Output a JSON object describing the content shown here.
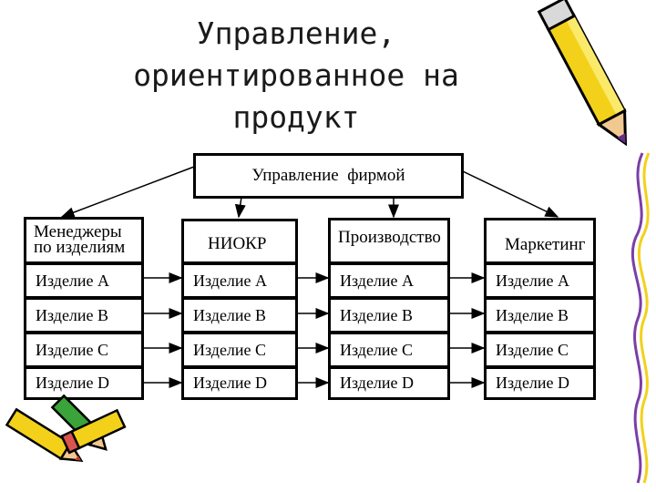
{
  "title": [
    "Управление,",
    "ориентированное на",
    "продукт"
  ],
  "top_box": "Управление  фирмой",
  "columns": [
    {
      "header": [
        "Менеджеры",
        "по изделиям"
      ],
      "items": [
        "Изделие А",
        "Изделие В",
        "Изделие С",
        "Изделие D"
      ]
    },
    {
      "header": [
        "НИОКР"
      ],
      "items": [
        "Изделие А",
        "Изделие В",
        "Изделие С",
        "Изделие D"
      ]
    },
    {
      "header": [
        "Производство"
      ],
      "items": [
        "Изделие А",
        "Изделие В",
        "Изделие С",
        "Изделие D"
      ]
    },
    {
      "header": [
        "Маркетинг"
      ],
      "items": [
        "Изделие А",
        "Изделие В",
        "Изделие С",
        "Изделие D"
      ]
    }
  ],
  "icons": [
    "pencil-icon",
    "pencils-icon"
  ]
}
